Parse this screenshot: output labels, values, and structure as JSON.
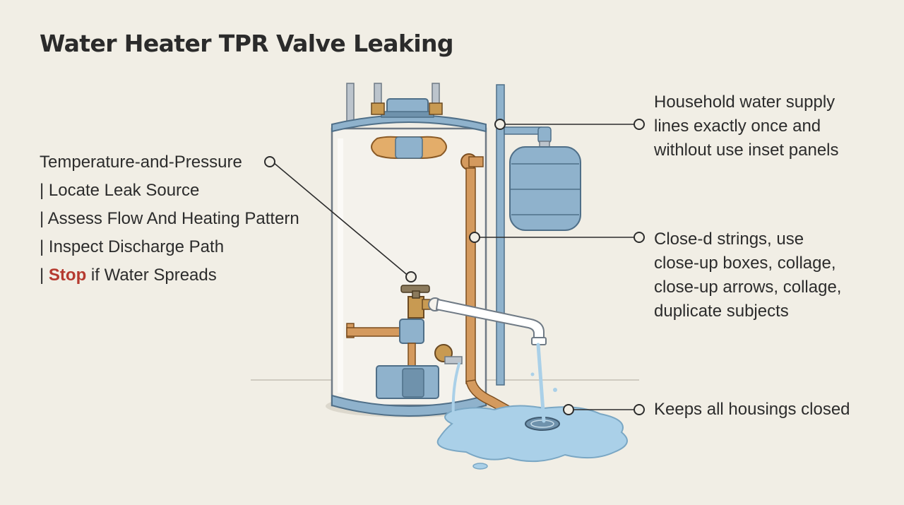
{
  "title": "Water Heater TPR Valve Leaking",
  "left_panel": {
    "line1": "Temperature-and-Pressure",
    "line2": "| Locate Leak Source",
    "line3": "| Assess Flow And Heating Pattern",
    "line4": "| Inspect Discharge Path",
    "line5_bar": "| ",
    "line5_highlight": "Stop",
    "line5_rest": " if Water Spreads"
  },
  "callouts": {
    "supply_lines": [
      "Household water supply",
      "lines exactly once and",
      "withlout use inset panels"
    ],
    "strings": [
      "Close-d strings, use",
      "close-up boxes, collage,",
      "close-up arrows, collage,",
      "duplicate subjects"
    ],
    "housings": [
      "Keeps all housings closed"
    ]
  },
  "colors": {
    "background": "#f1eee5",
    "text": "#2c2c2c",
    "stop_accent": "#b53a2f",
    "tank_body": "#f4f2ec",
    "steel_blue": "#8fb2cc",
    "copper": "#d49a5e",
    "brass": "#c89a52",
    "water": "#aad0e8"
  }
}
